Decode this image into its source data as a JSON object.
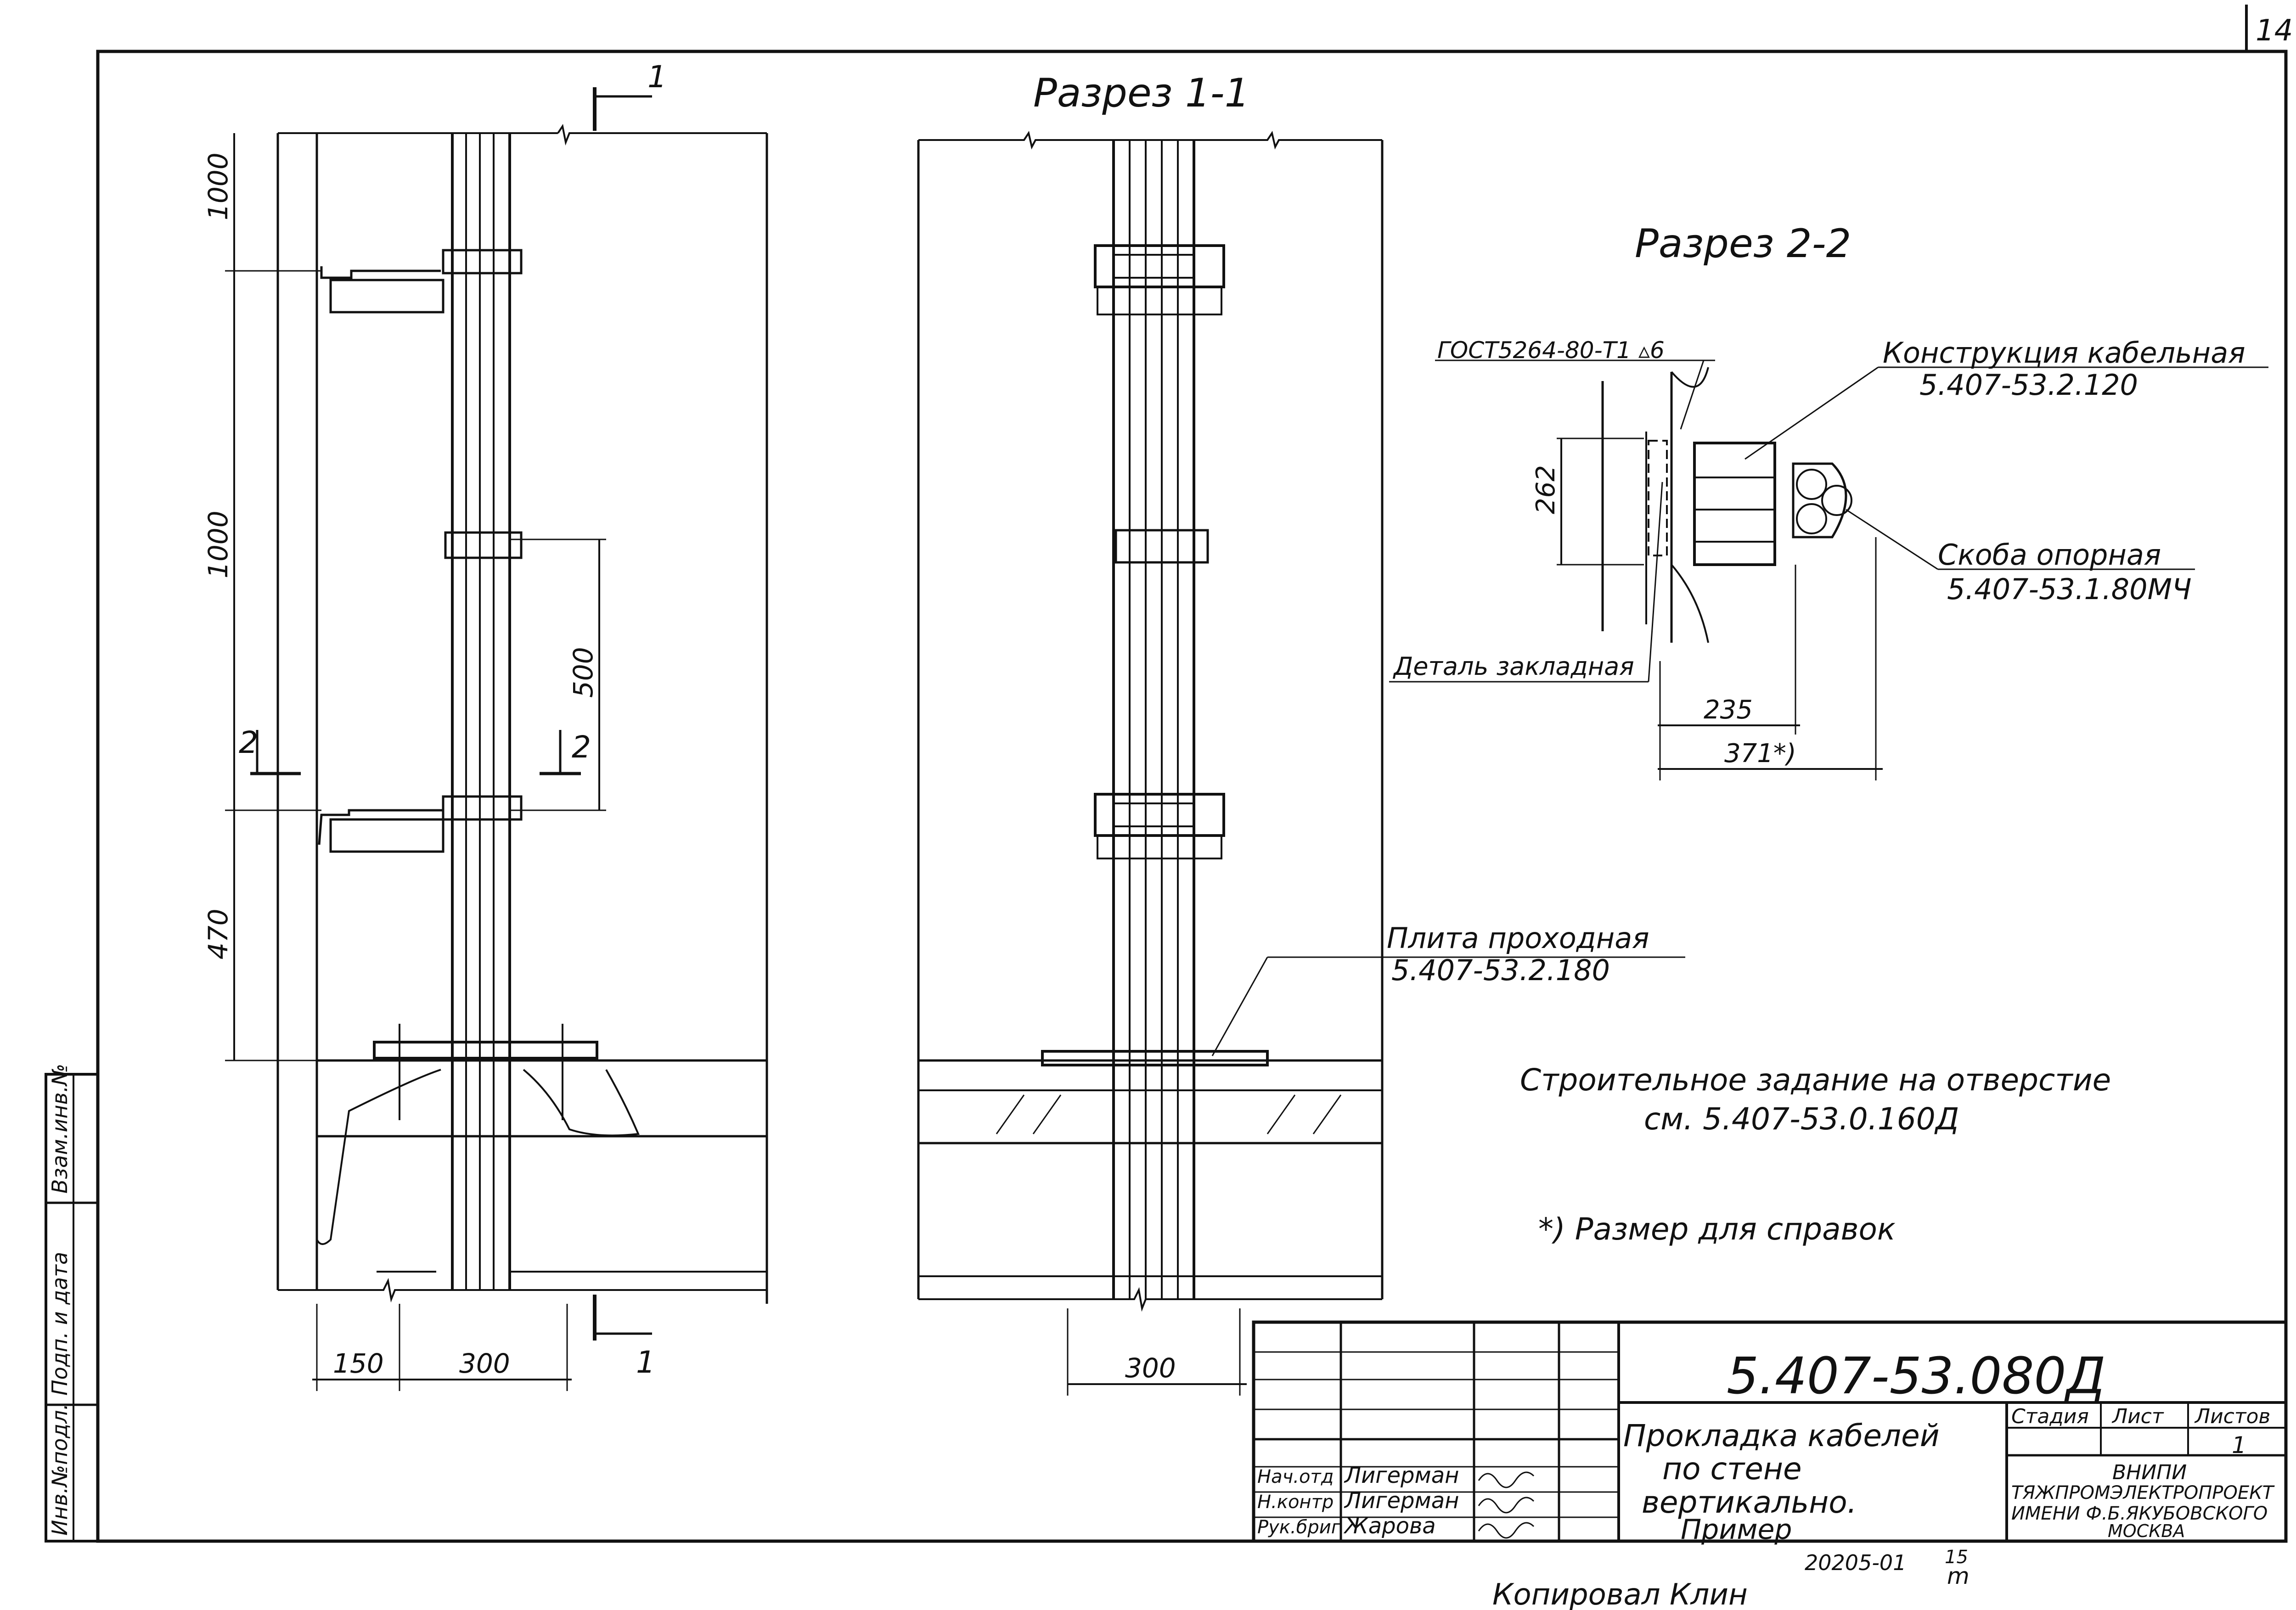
{
  "page_number": "14",
  "section_1_title": "Разрез 1-1",
  "section_2_title": "Разрез 2-2",
  "cut_marks": {
    "one": "1",
    "two": "2"
  },
  "left_view": {
    "dim_1000_top": "1000",
    "dim_1000_mid": "1000",
    "dim_500": "500",
    "dim_470": "470",
    "dim_150": "150",
    "dim_300": "300"
  },
  "middle_view": {
    "dim_300": "300"
  },
  "section_2_2": {
    "gost_label": "ГОСТ5264-80-Т1 ▵6",
    "cable_construction": "Конструкция кабельная",
    "cable_construction_code": "5.407-53.2.120",
    "bracket": "Скоба опорная",
    "bracket_code": "5.407-53.1.80МЧ",
    "embedded_part": "Деталь закладная",
    "dim_262": "262",
    "dim_235": "235",
    "dim_371": "371*)"
  },
  "pass_plate": "Плита проходная",
  "pass_plate_code": "5.407-53.2.180",
  "construction_task_line1": "Строительное задание на отверстие",
  "construction_task_line2": "см. 5.407-53.0.160Д",
  "reference_note": "*) Размер для справок",
  "side_stamp": [
    "Инв.№подл.",
    "Подп. и дата",
    "Взам.инв.№"
  ],
  "title_block": {
    "doc_code": "5.407-53.080Д",
    "title_line1": "Прокладка кабелей",
    "title_line2": "по стене",
    "title_line3": "вертикально.",
    "title_line4": "Пример",
    "stage_label": "Стадия",
    "sheet_label": "Лист",
    "sheets_label": "Листов",
    "sheets_value": "1",
    "org_line1": "ВНИПИ",
    "org_line2": "ТЯЖПРОМЭЛЕКТРОПРОЕКТ",
    "org_line3": "ИМЕНИ Ф.Б.ЯКУБОВСКОГО",
    "org_line4": "МОСКВА",
    "signers": [
      {
        "role": "Нач.отд",
        "name": "Лигерман"
      },
      {
        "role": "Н.контр",
        "name": "Лигерман"
      },
      {
        "role": "Рук.бриг",
        "name": "Жарова"
      }
    ]
  },
  "bottom_note": "20205-01",
  "bottom_number": "15",
  "bottom_letter": "m",
  "bottom_signature": "Копировал Клин"
}
